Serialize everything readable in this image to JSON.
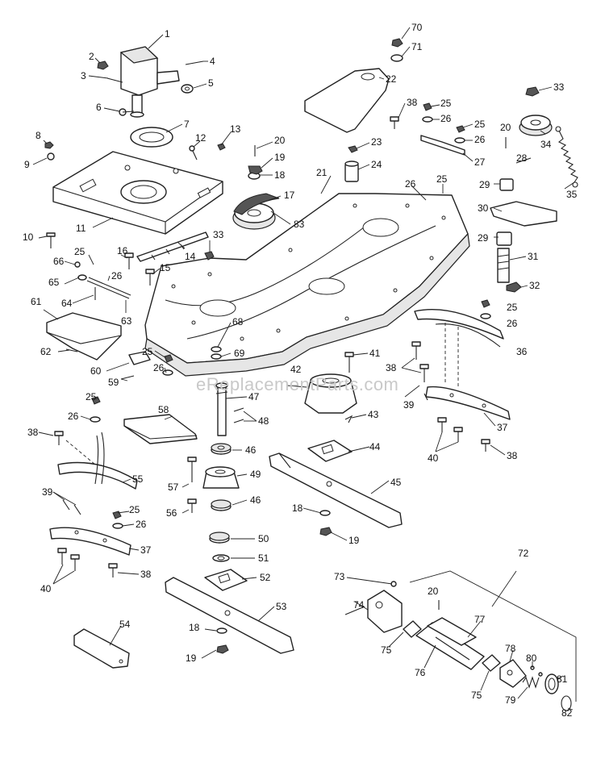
{
  "watermark": "eReplacementParts.com",
  "callouts": {
    "c1": "1",
    "c2": "2",
    "c3": "3",
    "c4": "4",
    "c5": "5",
    "c6": "6",
    "c7": "7",
    "c8": "8",
    "c9": "9",
    "c10": "10",
    "c11": "11",
    "c12": "12",
    "c13": "13",
    "c14": "14",
    "c15": "15",
    "c16": "16",
    "c17": "17",
    "c18": "18",
    "c19": "19",
    "c20": "20",
    "c21": "21",
    "c22": "22",
    "c23": "23",
    "c24": "24",
    "c25": "25",
    "c26": "26",
    "c27": "27",
    "c28": "28",
    "c29": "29",
    "c30": "30",
    "c31": "31",
    "c32": "32",
    "c33": "33",
    "c34": "34",
    "c35": "35",
    "c36": "36",
    "c37": "37",
    "c38": "38",
    "c39": "39",
    "c40": "40",
    "c41": "41",
    "c42": "42",
    "c43": "43",
    "c44": "44",
    "c45": "45",
    "c46": "46",
    "c47": "47",
    "c48": "48",
    "c49": "49",
    "c50": "50",
    "c51": "51",
    "c52": "52",
    "c53": "53",
    "c54": "54",
    "c55": "55",
    "c56": "56",
    "c57": "57",
    "c58": "58",
    "c59": "59",
    "c60": "60",
    "c61": "61",
    "c62": "62",
    "c63": "63",
    "c64": "64",
    "c65": "65",
    "c66": "66",
    "c68": "68",
    "c69": "69",
    "c70": "70",
    "c71": "71",
    "c72": "72",
    "c73": "73",
    "c74": "74",
    "c75": "75",
    "c76": "76",
    "c77": "77",
    "c78": "78",
    "c79": "79",
    "c80": "80",
    "c81": "81",
    "c82": "82",
    "c83": "83"
  }
}
